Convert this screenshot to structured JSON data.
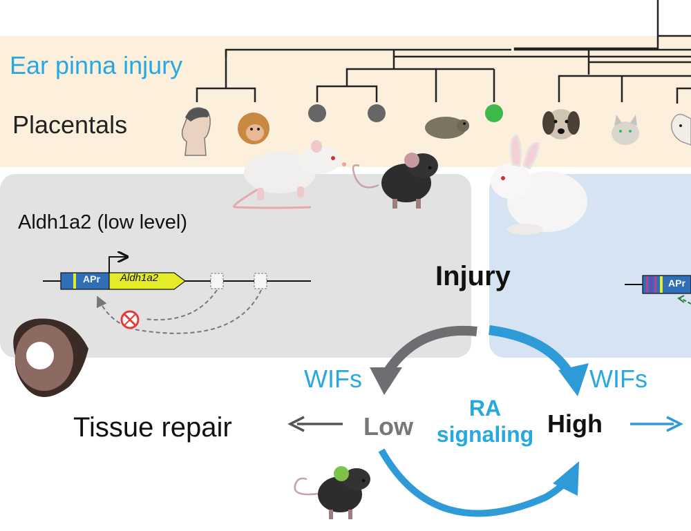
{
  "labels": {
    "ear_pinna_injury": "Ear pinna injury",
    "placentals": "Placentals",
    "aldh_low": "Aldh1a2 (low level)",
    "injury": "Injury",
    "wifs_left": "WIFs",
    "wifs_right": "WIFs",
    "tissue_repair": "Tissue repair",
    "low": "Low",
    "high": "High",
    "ra_line1": "RA",
    "ra_line2": "signaling",
    "apr_left": "APr",
    "aldh_gene": "Aldh1a2",
    "apr_right": "APr"
  },
  "colors": {
    "accent_blue": "#27a8e0",
    "band_peach": "#fcefdc",
    "panel_grey": "#e2e2e2",
    "panel_blue": "#d5e3f3",
    "node_grey": "#666666",
    "node_green": "#3cb94a",
    "promoter_blue": "#2f6fb8",
    "gene_yellow": "#e4ec2a",
    "inhibit_red": "#e53a3a"
  },
  "icons": [
    "human-head-icon",
    "monkey-icon",
    "grey-node-icon",
    "grey-node-icon",
    "mouse-spiny-icon",
    "green-node-icon",
    "dog-icon",
    "cat-icon",
    "goat-icon",
    "white-rat-icon",
    "black-mouse-icon",
    "white-rabbit-icon",
    "ear-pinna-hole-icon",
    "black-mouse-green-ear-icon",
    "inhibit-icon"
  ]
}
